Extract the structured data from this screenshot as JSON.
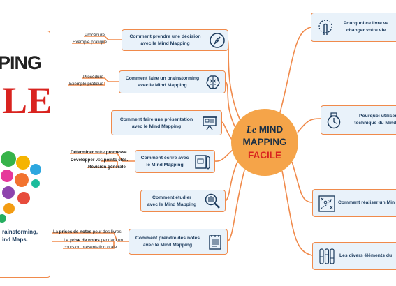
{
  "book": {
    "title_line1": "PING",
    "title_line2": "LE",
    "footer_line1": "rainstorming,",
    "footer_line2": "ind Maps."
  },
  "center": {
    "word_le": "Le",
    "word_mind": "MIND",
    "word_mapping": "MAPPING",
    "word_facile": "FACILE"
  },
  "left_nodes": [
    {
      "line1": "Comment prendre une décision",
      "line2": "avec le Mind Mapping",
      "icon": "compass-icon"
    },
    {
      "line1": "Comment faire un brainstorming",
      "line2": "avec le Mind Mapping",
      "icon": "brain-icon"
    },
    {
      "line1": "Comment faire une présentation",
      "line2": "avec le Mind Mapping",
      "icon": "presentation-board-icon"
    },
    {
      "line1": "Comment écrire avec",
      "line2": "le Mind Mapping",
      "icon": "notebook-pen-icon"
    },
    {
      "line1": "Comment étudier",
      "line2": "avec le Mind Mapping",
      "icon": "magnifier-book-icon"
    },
    {
      "line1": "Comment prendre des notes",
      "line2": "avec le Mind Mapping",
      "icon": "notepad-icon"
    }
  ],
  "right_nodes": [
    {
      "line1": "Pourquoi ce livre va",
      "line2": "changer votre vie",
      "icon": "finger-touch-icon"
    },
    {
      "line1": "Pourquoi utiliser",
      "line2": "technique du Mind M",
      "icon": "stopwatch-icon"
    },
    {
      "line1": "Comment réaliser un Min",
      "line2": "",
      "icon": "strategy-plan-icon"
    },
    {
      "line1": "Les divers éléments du",
      "line2": "",
      "icon": "test-tubes-icon"
    }
  ],
  "sub_items": {
    "decision": [
      "Procédure",
      "Exemple pratique"
    ],
    "brainstorm": [
      "Procédure",
      "Exemple pratique"
    ],
    "ecrire": [
      {
        "bold": "Déterminer",
        "rest": " votre ",
        "bold2": "promesse"
      },
      {
        "bold": "Développer",
        "rest": " vos ",
        "bold2": "points clés."
      },
      {
        "bold": "Révision générale",
        "rest": "",
        "bold2": ""
      }
    ],
    "notes": [
      {
        "pre": "La ",
        "bold": "prises de notes",
        "rest": " pour des livres"
      },
      {
        "pre": "",
        "bold": "La prise de notes",
        "rest": " pendant un"
      },
      {
        "pre": "",
        "bold": "",
        "rest": "cours ou présentation orale"
      }
    ]
  },
  "colors": {
    "branch": "#f08a4b",
    "node_fill": "#e9f2fa",
    "center_fill": "#f5a449",
    "accent_red": "#d9231f",
    "text_dark": "#1b3a5c"
  }
}
